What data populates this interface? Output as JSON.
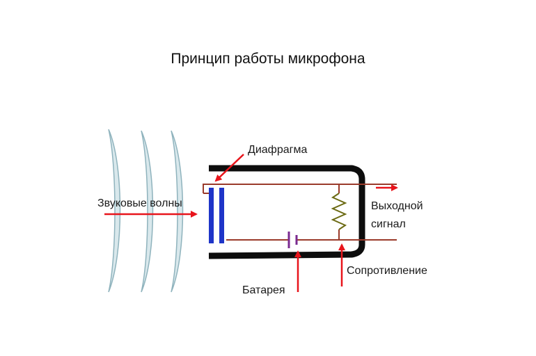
{
  "title": "Принцип работы микрофона",
  "labels": {
    "sound_waves": "Звуковые волны",
    "diaphragm": "Диафрагма",
    "output_line1": "Выходной",
    "output_line2": "сигнал",
    "resistance": "Сопротивление",
    "battery": "Батарея"
  },
  "colors": {
    "wave_fill": "#d9e8ec",
    "wave_stroke": "#8fb3bd",
    "arrow": "#e8141b",
    "wire": "#9a3a2a",
    "housing": "#0d0d0d",
    "diaphragm": "#1f35c8",
    "resistor": "#6b6a12",
    "battery": "#7a2a90"
  }
}
